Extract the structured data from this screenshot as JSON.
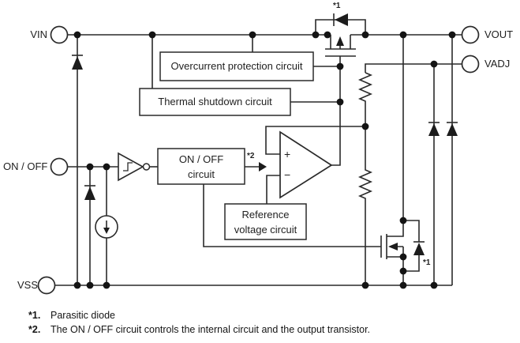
{
  "diagram": {
    "pins": {
      "vin": "VIN",
      "vout": "VOUT",
      "vadj": "VADJ",
      "onoff": "ON / OFF",
      "vss": "VSS"
    },
    "blocks": {
      "overcurrent": "Overcurrent protection circuit",
      "thermal": "Thermal shutdown circuit",
      "onoff_circuit": "ON / OFF\ncircuit",
      "reference": "Reference\nvoltage circuit"
    },
    "opamp": {
      "plus": "+",
      "minus": "−"
    },
    "annotations": {
      "note1_top": "*1",
      "note1_bottom": "*1",
      "note2": "*2"
    },
    "footnotes": [
      {
        "marker": "*1.",
        "text": "Parasitic diode"
      },
      {
        "marker": "*2.",
        "text": "The ON / OFF circuit controls the internal circuit and the output transistor."
      }
    ],
    "colors": {
      "line": "#2a2a2a",
      "background": "#ffffff"
    }
  }
}
